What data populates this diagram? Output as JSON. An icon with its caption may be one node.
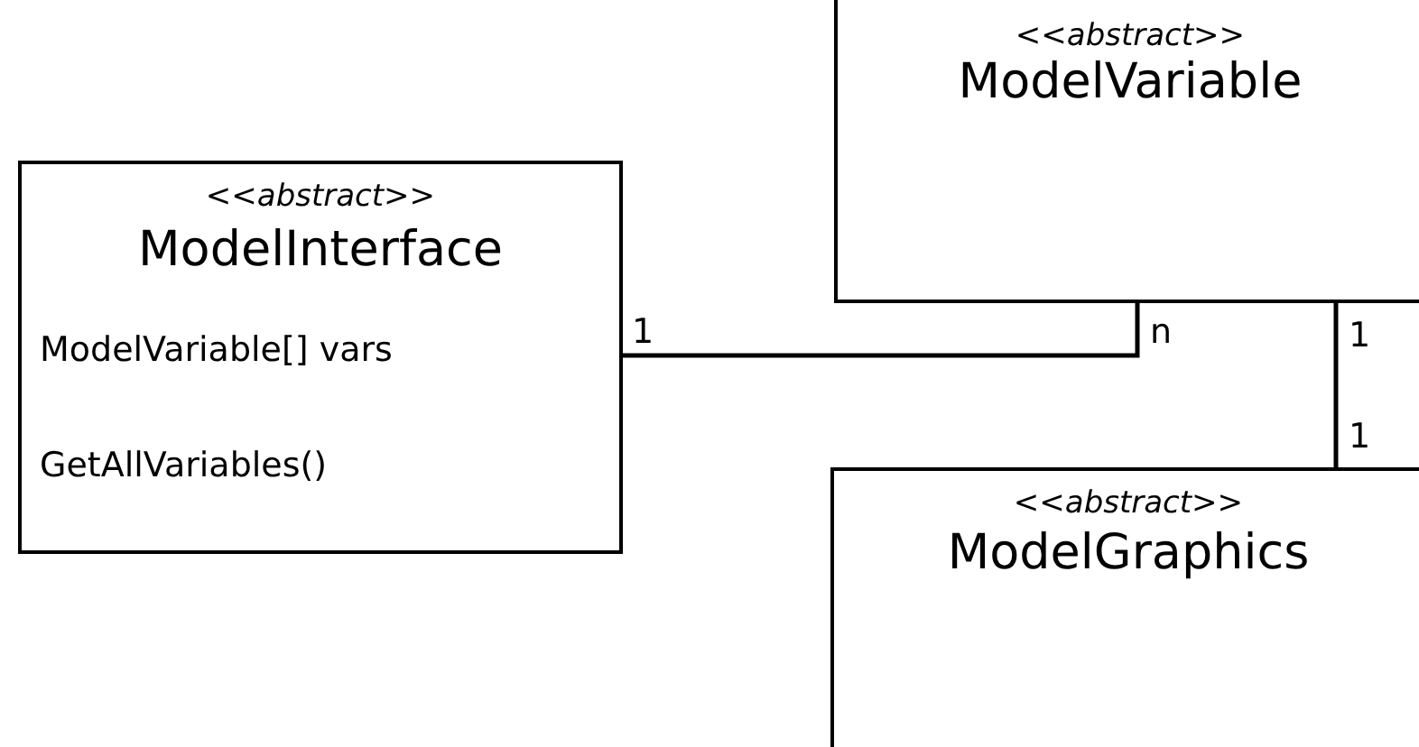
{
  "diagram": {
    "nodes": [
      {
        "text": [
          "<<abstract>>",
          "ModelVariable"
        ]
      },
      {
        "text": [
          "<<abstract>>",
          "ModelInterface",
          "ModelVariable[] vars",
          "GetAllVariables()"
        ]
      },
      {
        "text": [
          "<<abstract>>",
          "ModelGraphics"
        ]
      }
    ],
    "edges": [
      {
        "from": 1,
        "to": 0,
        "arrow": "none"
      },
      {
        "from": 0,
        "to": 2,
        "arrow": "none"
      }
    ],
    "labels": [
      "1",
      "n",
      "1",
      "1"
    ]
  }
}
